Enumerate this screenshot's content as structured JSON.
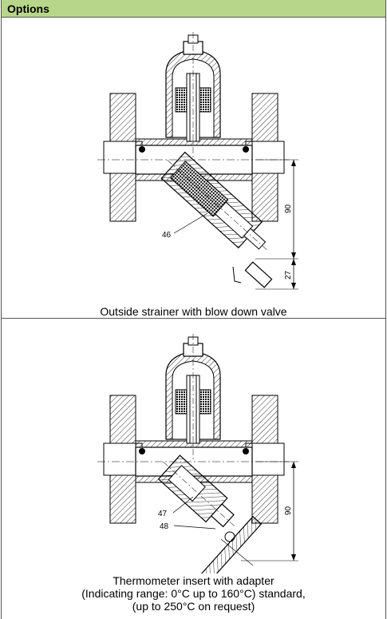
{
  "header": {
    "title": "Options"
  },
  "option1": {
    "caption": "Outside strainer with blow down valve",
    "labels": {
      "part": "46",
      "dim_upper": "90",
      "dim_lower": "27"
    }
  },
  "option2": {
    "caption_line1": "Thermometer insert with adapter",
    "caption_line2": "(Indicating range: 0°C up to 160°C) standard,",
    "caption_line3": "(up to 250°C on request)",
    "labels": {
      "part_a": "47",
      "part_b": "48",
      "dim": "90"
    }
  }
}
